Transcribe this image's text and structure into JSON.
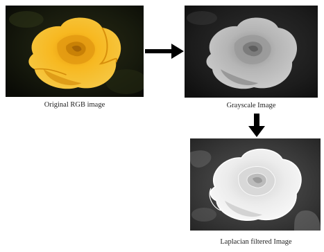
{
  "panels": {
    "original": {
      "caption": "Original RGB image"
    },
    "grayscale": {
      "caption": "Grayscale Image"
    },
    "laplacian": {
      "caption": "Laplacian filtered Image"
    }
  },
  "colors": {
    "rose_yellow": "#f2b21e",
    "rose_shadow": "#c47d05",
    "background_dark": "#14150c",
    "arrow": "#000000"
  },
  "icons": {
    "right_arrow": "arrow-right-icon",
    "down_arrow": "arrow-down-icon"
  }
}
